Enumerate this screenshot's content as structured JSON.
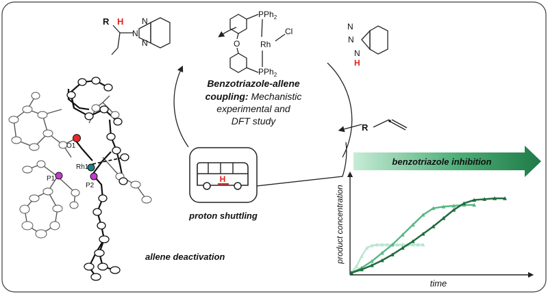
{
  "cycle": {
    "title_line1": "Benzotriazole-allene",
    "title_line2_bold": "coupling:",
    "title_line2_rest": " Mechanistic",
    "title_line3": "experimental and",
    "title_line4": "DFT study"
  },
  "catalyst": {
    "pph2_top": "PPh",
    "pph2_bottom": "PPh",
    "sub2": "2",
    "o": "O",
    "rh": "Rh",
    "cl": "Cl"
  },
  "benzotriazole": {
    "n": "N",
    "h": "H"
  },
  "allene": {
    "r": "R"
  },
  "product": {
    "r": "R",
    "h": "H",
    "n": "N"
  },
  "xray": {
    "o1": "O1",
    "rh1": "Rh1",
    "p1": "P1",
    "p2": "P2",
    "caption": "allene deactivation"
  },
  "shuttle": {
    "h": "H",
    "caption": "proton shuttling"
  },
  "inhibition": {
    "label": "benzotriazole inhibition"
  },
  "chart_data": {
    "type": "scatter",
    "xlabel": "time",
    "ylabel": "product concentration",
    "series": [
      {
        "color": "#b9e6cf",
        "x": [
          0,
          5,
          10,
          15,
          20,
          25,
          30,
          35,
          40,
          45,
          50,
          55,
          60,
          65,
          70
        ],
        "y": [
          0,
          8,
          20,
          30,
          33,
          34,
          34,
          34,
          34,
          34,
          34,
          34,
          34,
          34,
          34
        ]
      },
      {
        "color": "#58b785",
        "x": [
          0,
          10,
          20,
          30,
          40,
          50,
          60,
          70,
          80,
          90,
          100,
          110,
          120
        ],
        "y": [
          0,
          6,
          14,
          24,
          34,
          46,
          58,
          70,
          78,
          80,
          81,
          82,
          82
        ]
      },
      {
        "color": "#1f6b3c",
        "x": [
          0,
          10,
          20,
          30,
          40,
          50,
          60,
          70,
          80,
          90,
          100,
          110,
          120,
          130,
          140,
          150
        ],
        "y": [
          0,
          4,
          9,
          15,
          22,
          30,
          38,
          47,
          56,
          66,
          76,
          84,
          88,
          89,
          90,
          90
        ]
      }
    ],
    "xlim": [
      0,
      160
    ],
    "ylim": [
      0,
      100
    ]
  }
}
